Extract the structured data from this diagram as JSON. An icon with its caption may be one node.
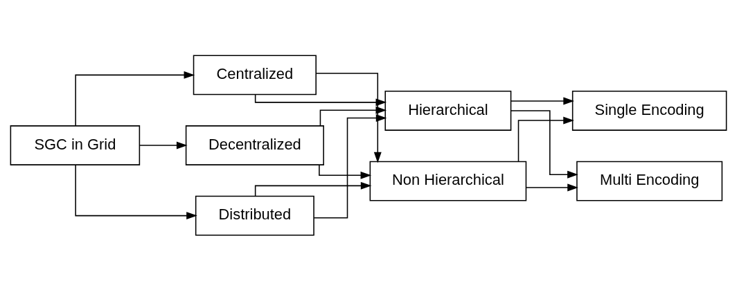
{
  "diagram": {
    "nodes": [
      {
        "text": [
          "SGC in Grid"
        ]
      },
      {
        "text": [
          "Centralized"
        ]
      },
      {
        "text": [
          "Decentralized"
        ]
      },
      {
        "text": [
          "Distributed"
        ]
      },
      {
        "text": [
          "Hierarchical"
        ]
      },
      {
        "text": [
          "Non Hierarchical"
        ]
      },
      {
        "text": [
          "Single Encoding"
        ]
      },
      {
        "text": [
          "Multi Encoding"
        ]
      }
    ],
    "edges": [
      {
        "from": 0,
        "to": 1,
        "arrow": "to"
      },
      {
        "from": 0,
        "to": 2,
        "arrow": "to"
      },
      {
        "from": 0,
        "to": 3,
        "arrow": "to"
      },
      {
        "from": 1,
        "to": 4,
        "arrow": "to"
      },
      {
        "from": 1,
        "to": 5,
        "arrow": "to"
      },
      {
        "from": 2,
        "to": 4,
        "arrow": "to"
      },
      {
        "from": 2,
        "to": 5,
        "arrow": "to"
      },
      {
        "from": 3,
        "to": 4,
        "arrow": "to"
      },
      {
        "from": 3,
        "to": 5,
        "arrow": "to"
      },
      {
        "from": 4,
        "to": 6,
        "arrow": "to"
      },
      {
        "from": 4,
        "to": 7,
        "arrow": "to"
      },
      {
        "from": 5,
        "to": 6,
        "arrow": "to"
      },
      {
        "from": 5,
        "to": 7,
        "arrow": "to"
      }
    ]
  }
}
